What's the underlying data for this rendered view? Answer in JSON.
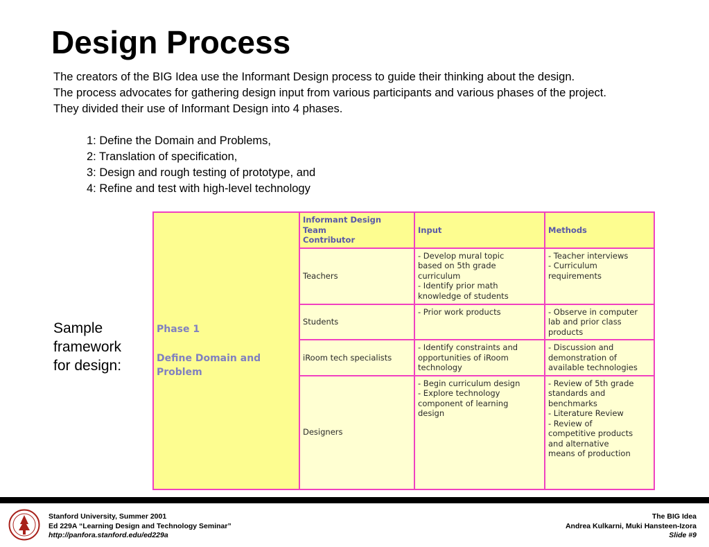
{
  "slide": {
    "title": "Design Process",
    "intro": [
      "The creators of the BIG Idea use the Informant Design process to guide their thinking about the design.",
      "The process advocates for gathering design input from various participants and various phases of the project.",
      "They divided their use of Informant Design into 4 phases."
    ],
    "phases": [
      "1: Define the Domain and Problems,",
      "2: Translation of specification,",
      "3: Design and rough testing of prototype, and",
      "4: Refine and test with high-level technology"
    ],
    "side_label": [
      "Sample",
      "framework",
      "for design:"
    ]
  },
  "table": {
    "headers": {
      "contributor": [
        "Informant Design",
        "Team",
        "Contributor"
      ],
      "input": "Input",
      "methods": "Methods"
    },
    "phase": {
      "name": "Phase 1",
      "title": [
        "Define Domain and",
        "Problem"
      ]
    },
    "rows": [
      {
        "role": "Teachers",
        "input": [
          "- Develop mural topic",
          "based on 5th grade",
          "curriculum",
          "- Identify prior math",
          "knowledge of students"
        ],
        "methods": [
          "- Teacher interviews",
          "- Curriculum",
          "requirements"
        ]
      },
      {
        "role": "Students",
        "input": [
          "- Prior work products"
        ],
        "methods": [
          "- Observe in computer",
          "lab and prior class",
          "products"
        ]
      },
      {
        "role": "iRoom tech specialists",
        "input": [
          "- Identify constraints and",
          "opportunities of iRoom",
          "technology"
        ],
        "methods": [
          "- Discussion and",
          "demonstration of",
          "available technologies"
        ]
      },
      {
        "role": "Designers",
        "input": [
          "- Begin curriculum design",
          "- Explore technology",
          "component of learning",
          "design"
        ],
        "methods": [
          "- Review of 5th grade",
          "standards and",
          "benchmarks",
          "- Literature Review",
          "- Review of",
          "competitive products",
          "and alternative",
          "means of production"
        ]
      }
    ]
  },
  "footer": {
    "left": [
      "Stanford University, Summer 2001",
      "Ed 229A “Learning Design and Technology Seminar”",
      "http://panfora.stanford.edu/ed229a"
    ],
    "right": [
      "The BIG Idea",
      "Andrea Kulkarni, Muki Hansteen-Izora",
      "Slide #9"
    ]
  },
  "colors": {
    "table_border": "#f040c0",
    "header_fill": "#fdfd90",
    "cell_fill": "#ffffd2",
    "header_text": "#5858a8"
  },
  "icons": {
    "seal": "stanford-seal-icon"
  }
}
